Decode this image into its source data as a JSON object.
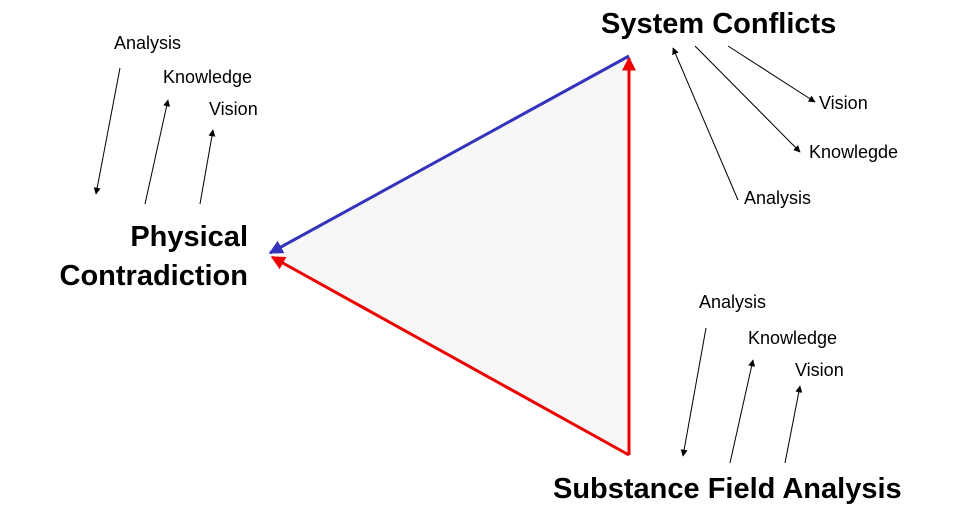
{
  "nodes": {
    "system_conflicts": "System Conflicts",
    "physical_line1": "Physical",
    "physical_line2": "Contradiction",
    "substance_field": "Substance Field Analysis"
  },
  "physical_group": {
    "analysis": "Analysis",
    "knowledge": "Knowledge",
    "vision": "Vision"
  },
  "system_group": {
    "vision": "Vision",
    "knowledge": "Knowlegde",
    "analysis": "Analysis"
  },
  "substance_group": {
    "analysis": "Analysis",
    "knowledge": "Knowledge",
    "vision": "Vision"
  },
  "colors": {
    "red_edges": "#ee0000",
    "blue_edge": "#3333bb",
    "triangle_fill": "#f7f7f7",
    "small_arrows": "#000000"
  }
}
